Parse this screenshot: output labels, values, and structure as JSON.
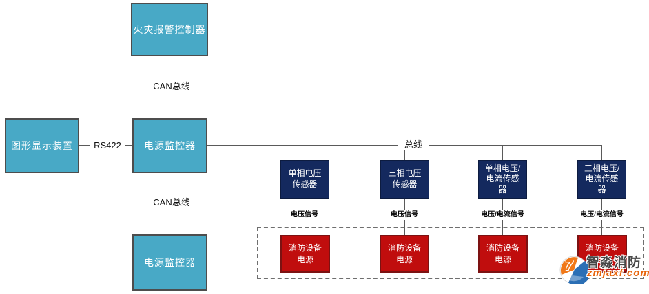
{
  "diagram": {
    "colors": {
      "teal": "#48a9c6",
      "navy": "#14295e",
      "red": "#c00d0d",
      "line": "#5a5a5a",
      "dash": "#6f6f6f",
      "wm-orange": "#e8650c"
    },
    "nodes": {
      "fire_alarm_controller": "火灾报警控制器",
      "graphic_display": "图形显示装置",
      "power_monitor_middle": "电源监控器",
      "power_monitor_bottom": "电源监控器"
    },
    "links": {
      "can_bus_top": "CAN总线",
      "rs422": "RS422",
      "can_bus_bottom": "CAN总线",
      "bus": "总线"
    },
    "sensors": [
      {
        "label": "单相电压\n传感器",
        "signal": "电压信号"
      },
      {
        "label": "三相电压\n传感器",
        "signal": "电压信号"
      },
      {
        "label": "单相电压/\n电流传感\n器",
        "signal": "电压/电流信号"
      },
      {
        "label": "三相电压/\n电流传感\n器",
        "signal": "电压/电流信号"
      }
    ],
    "power_supplies": [
      {
        "label": "消防设备\n电源"
      },
      {
        "label": "消防设备\n电源"
      },
      {
        "label": "消防设备\n电源"
      },
      {
        "label": "消防设备\n电源"
      }
    ],
    "watermark": {
      "name": "智淼消防",
      "site": "zmjaxf.com",
      "logo_glyph": "7"
    }
  }
}
